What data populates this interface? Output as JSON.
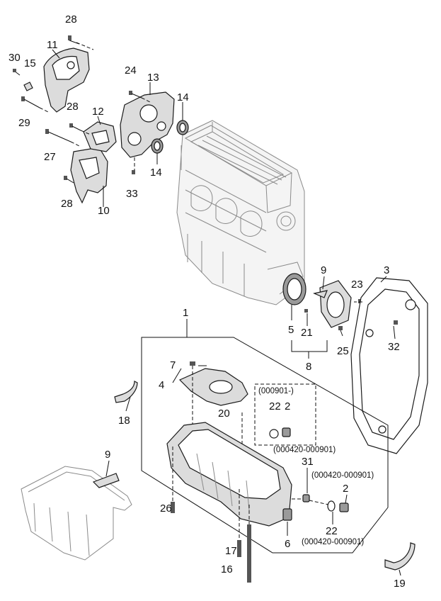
{
  "labels": {
    "p1": "1",
    "p2a": "2",
    "p2b": "2",
    "p3": "3",
    "p4": "4",
    "p5": "5",
    "p6": "6",
    "p7": "7",
    "p8": "8",
    "p9a": "9",
    "p9b": "9",
    "p10": "10",
    "p11": "11",
    "p12": "12",
    "p13": "13",
    "p14a": "14",
    "p14b": "14",
    "p15": "15",
    "p16": "16",
    "p17": "17",
    "p18": "18",
    "p19": "19",
    "p20": "20",
    "p21": "21",
    "p22a": "22",
    "p22b": "22",
    "p23": "23",
    "p24": "24",
    "p25": "25",
    "p26": "26",
    "p27": "27",
    "p28a": "28",
    "p28b": "28",
    "p28c": "28",
    "p29": "29",
    "p30": "30",
    "p31": "31",
    "p32": "32",
    "p33": "33"
  },
  "notes": {
    "range_top": "(000901-)",
    "range_31": "(000420-000901)",
    "range_2": "(000420-000901)",
    "range_22": "(000420-000901)"
  }
}
